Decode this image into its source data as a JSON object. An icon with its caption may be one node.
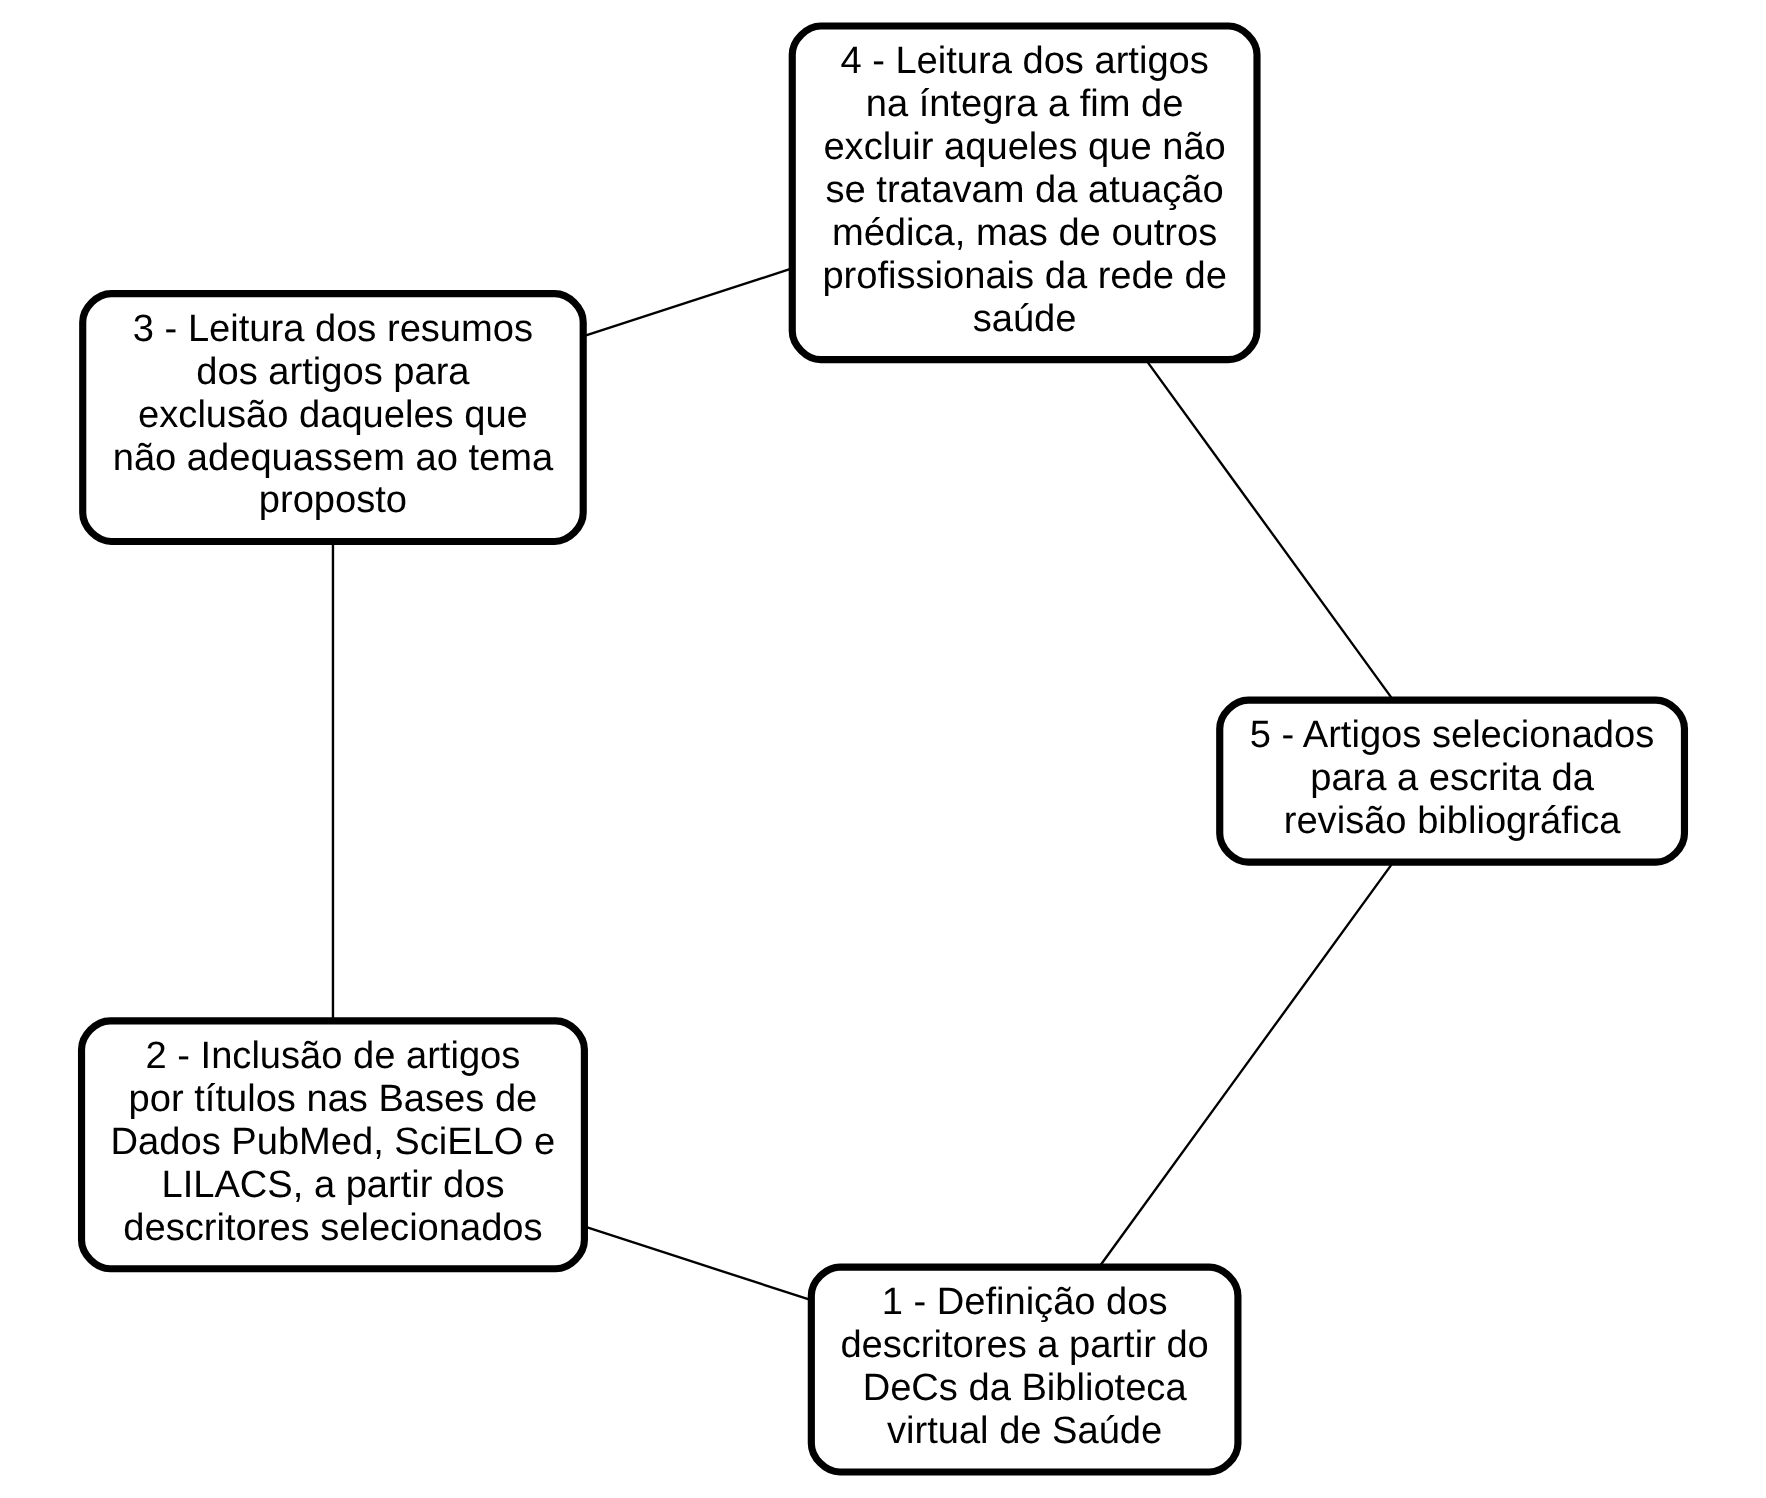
{
  "diagram": {
    "nodes": [
      {
        "text": [
          "1 - Definição dos descritores a partir do DeCs da Biblioteca virtual de Saúde"
        ]
      },
      {
        "text": [
          "2 - Inclusão de artigos por títulos nas Bases de Dados PubMed, SciELO e LILACS, a partir dos descritores selecionados"
        ]
      },
      {
        "text": [
          "3 - Leitura dos resumos dos artigos para exclusão daqueles que não adequassem ao tema proposto"
        ]
      },
      {
        "text": [
          "4 - Leitura dos artigos na íntegra a fim de excluir aqueles que não se tratavam da atuação médica, mas de outros profissionais da rede de saúde"
        ]
      },
      {
        "text": [
          "5 - Artigos selecionados para a escrita da revisão bibliográfica"
        ]
      }
    ],
    "edges": [
      {
        "from": 0,
        "to": 1,
        "arrow": "none"
      },
      {
        "from": 1,
        "to": 2,
        "arrow": "none"
      },
      {
        "from": 2,
        "to": 3,
        "arrow": "none"
      },
      {
        "from": 3,
        "to": 4,
        "arrow": "none"
      },
      {
        "from": 4,
        "to": 0,
        "arrow": "none"
      }
    ]
  }
}
